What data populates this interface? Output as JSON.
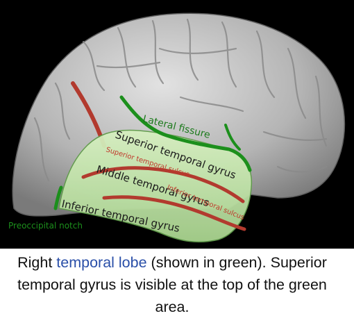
{
  "labels": {
    "lateral_fissure": "Lateral fissure",
    "superior_temporal_gyrus": "Superior temporal gyrus",
    "superior_temporal_sulcus": "Superior temporal sulcus",
    "middle_temporal_gyrus": "Middle temporal gyrus",
    "inferior_temporal_sulcus": "Inferior temporal sulcus",
    "inferior_temporal_gyrus": "Inferior temporal gyrus",
    "preoccipital_notch": "Preoccipital notch"
  },
  "caption": {
    "before_link": "Right ",
    "link_text": "temporal lobe",
    "after_link_line1": " (shown in green). Superior",
    "line2": "temporal gyrus is visible at the top of the green",
    "line3": "area."
  },
  "colors": {
    "background": "#000000",
    "cortex": "#bdbdbd",
    "temporal_lobe": "#c7e6b0",
    "sulcus": "#b23a2e",
    "fissure": "#1c8f1c",
    "label_green": "#1c7a1c",
    "label_red": "#c0392b",
    "link": "#2a4fa8"
  }
}
